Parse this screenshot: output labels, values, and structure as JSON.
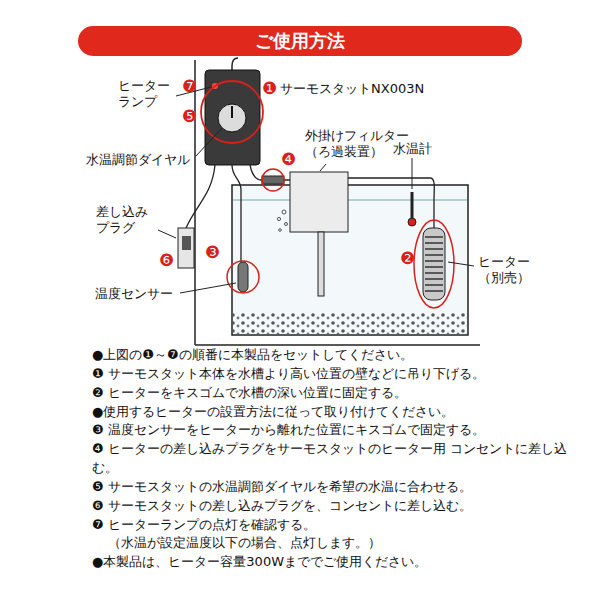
{
  "diagram": {
    "title": "ご使用方法",
    "labels": [
      "❶",
      "サーモスタットNX003N",
      "❼",
      "ヒーター ランプ",
      "❺",
      "水温調節ダイヤル",
      "❹",
      "外掛けフィルター （ろ過装置）",
      "水温計",
      "差し込み プラグ",
      "❻",
      "❷",
      "ヒーター （別売）",
      "❸",
      "温度センサー",
      "●上図の❶～❼の順番に本製品をセットしてください。",
      "❶ サーモスタット本体を水槽より高い位置の壁などに吊り下げる。",
      "❷ ヒーターをキスゴムで水槽の深い位置に固定する。",
      "●使用するヒーターの設置方法に従って取り付けてください。",
      "❸ 温度センサーをヒーターから離れた位置にキスゴムで固定する。",
      "❹ ヒーターの差し込みプラグをサーモスタットのヒーター用 コンセントに差し込む。",
      "❺ サーモスタットの水温調節ダイヤルを希望の水温に合わせる。",
      "❻ サーモスタットの差し込みプラグを、コンセントに差し込む。",
      "❼ ヒーターランプの点灯を確認する。",
      "（水温が設定温度以下の場合、点灯します。）",
      "●本製品は、ヒーター容量300Wまででご使用ください。"
    ]
  }
}
